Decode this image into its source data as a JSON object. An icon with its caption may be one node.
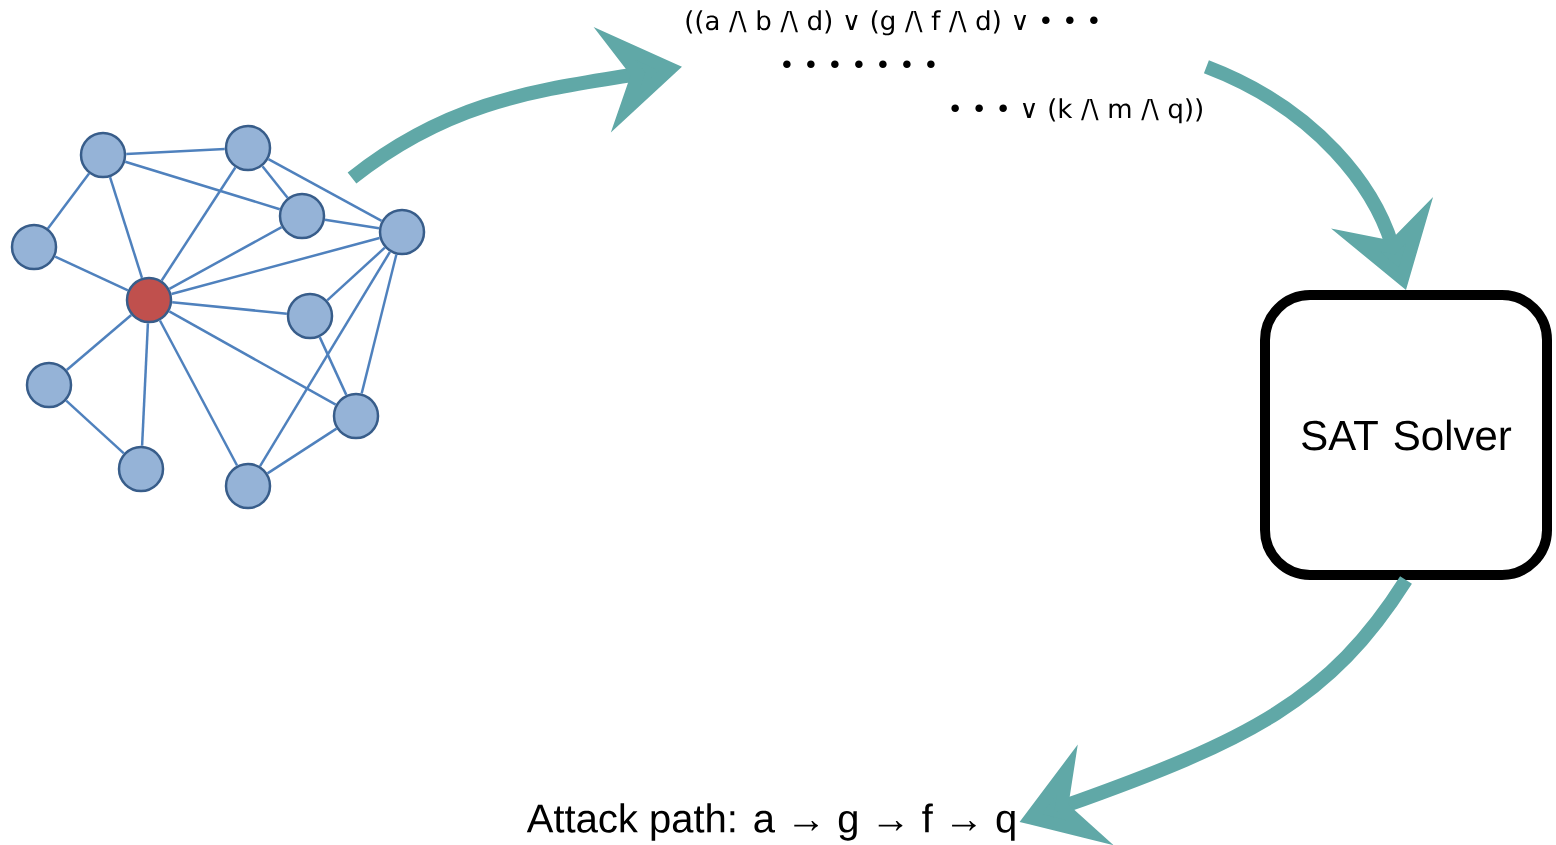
{
  "diagram": {
    "nodes": [
      {
        "text": [],
        "shape": "circle"
      },
      {
        "text": [],
        "shape": "circle"
      },
      {
        "text": [],
        "shape": "circle"
      },
      {
        "text": [],
        "shape": "circle"
      },
      {
        "text": [],
        "shape": "circle"
      },
      {
        "text": [],
        "shape": "circle"
      },
      {
        "text": [],
        "shape": "circle"
      },
      {
        "text": [],
        "shape": "circle"
      },
      {
        "text": [],
        "shape": "circle"
      },
      {
        "text": [],
        "shape": "circle"
      },
      {
        "text": [],
        "shape": "circle"
      },
      {
        "text": [
          "((a /\\  b /\\ d) ∨ (g /\\ f /\\ d) ∨ • • •",
          "• • • • • • •",
          "• • • ∨ (k /\\ m /\\ q))"
        ]
      },
      {
        "text": [
          "SAT Solver"
        ]
      },
      {
        "text": [
          "Attack path: a → g → f → q"
        ]
      }
    ],
    "edges": [
      {
        "from": 0,
        "to": 1,
        "arrow": "none"
      },
      {
        "from": 0,
        "to": 3,
        "arrow": "none"
      },
      {
        "from": 0,
        "to": 2,
        "arrow": "none"
      },
      {
        "from": 0,
        "to": 5,
        "arrow": "none"
      },
      {
        "from": 1,
        "to": 5,
        "arrow": "none"
      },
      {
        "from": 1,
        "to": 3,
        "arrow": "none"
      },
      {
        "from": 1,
        "to": 4,
        "arrow": "none"
      },
      {
        "from": 2,
        "to": 5,
        "arrow": "none"
      },
      {
        "from": 3,
        "to": 4,
        "arrow": "none"
      },
      {
        "from": 3,
        "to": 5,
        "arrow": "none"
      },
      {
        "from": 4,
        "to": 5,
        "arrow": "none"
      },
      {
        "from": 4,
        "to": 6,
        "arrow": "none"
      },
      {
        "from": 4,
        "to": 10,
        "arrow": "none"
      },
      {
        "from": 4,
        "to": 8,
        "arrow": "none"
      },
      {
        "from": 5,
        "to": 6,
        "arrow": "none"
      },
      {
        "from": 5,
        "to": 7,
        "arrow": "none"
      },
      {
        "from": 5,
        "to": 9,
        "arrow": "none"
      },
      {
        "from": 5,
        "to": 10,
        "arrow": "none"
      },
      {
        "from": 5,
        "to": 8,
        "arrow": "none"
      },
      {
        "from": 6,
        "to": 8,
        "arrow": "none"
      },
      {
        "from": 7,
        "to": 9,
        "arrow": "none"
      },
      {
        "from": 8,
        "to": 10,
        "arrow": "none"
      },
      {
        "from": null,
        "to": 11,
        "arrow": "to",
        "style": "thick",
        "color": "#808080"
      },
      {
        "from": 11,
        "to": 12,
        "arrow": "to",
        "style": "thick",
        "color": "#808080"
      },
      {
        "from": 12,
        "to": 13,
        "arrow": "to",
        "style": "thick",
        "color": "#808080"
      }
    ]
  }
}
